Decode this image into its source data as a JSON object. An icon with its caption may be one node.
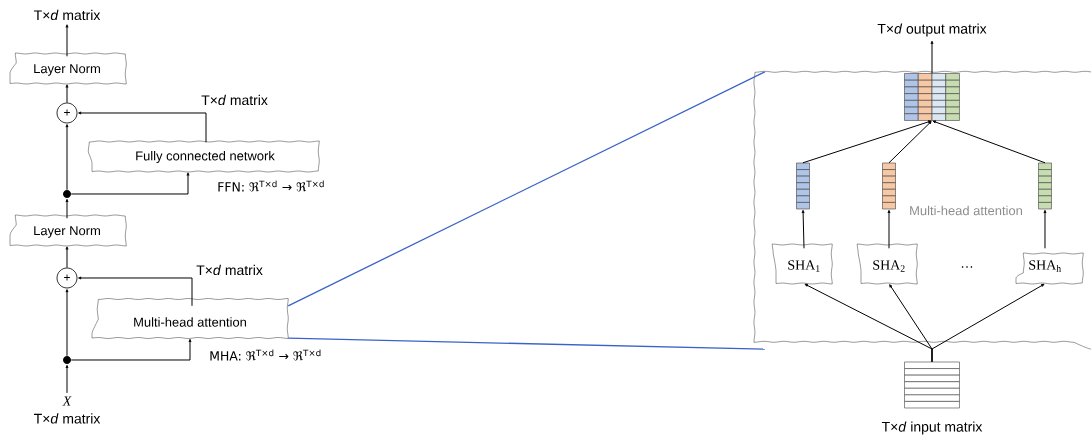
{
  "diagram": {
    "nodes": [
      {
        "text": [
          "T×*d* matrix"
        ]
      },
      {
        "text": [
          "Layer Norm"
        ]
      },
      {
        "text": [
          "+"
        ]
      },
      {
        "text": [
          "Fully connected network"
        ],
        "beside": [
          "FFN: ℜ$^{T×d}$ → ℜ$^{T×d}$"
        ]
      },
      {
        "text": [],
        "shape": "circle"
      },
      {
        "text": [
          "Layer Norm"
        ]
      },
      {
        "text": [
          "+"
        ]
      },
      {
        "text": [
          "Multi-head attention"
        ],
        "beside": [
          "MHA: ℜ$^{T×d}$ → ℜ$^{T×d}$"
        ]
      },
      {
        "text": [],
        "shape": "circle"
      },
      {
        "text": [
          "X",
          "T×*d* matrix"
        ]
      },
      {
        "text": [
          "Multi-head attention"
        ]
      },
      {
        "text": [],
        "shape": "box",
        "in": 10
      },
      {
        "text": [
          "T×*d* output matrix"
        ]
      },
      {
        "text": [],
        "shape": "bar",
        "in": 10
      },
      {
        "text": [],
        "shape": "bar",
        "in": 10
      },
      {
        "text": [],
        "shape": "bar",
        "in": 10
      },
      {
        "text": [
          "SHA$_{1}$"
        ],
        "in": 10
      },
      {
        "text": [
          "SHA$_{2}$"
        ],
        "in": 10
      },
      {
        "text": [
          "SHA$_{h}$"
        ],
        "in": 10
      },
      {
        "text": [],
        "shape": "box",
        "beside": [
          "T×*d* input matrix"
        ]
      }
    ],
    "edges": [
      {
        "from": 1,
        "to": 0,
        "arrow": "to"
      },
      {
        "from": 2,
        "to": 1,
        "arrow": "to"
      },
      {
        "from": 3,
        "to": 2,
        "arrow": "to"
      },
      {
        "from": 4,
        "to": 2,
        "arrow": "to"
      },
      {
        "from": 4,
        "to": 3,
        "arrow": "to"
      },
      {
        "from": 5,
        "to": 4,
        "arrow": "to"
      },
      {
        "from": 6,
        "to": 5,
        "arrow": "to"
      },
      {
        "from": 7,
        "to": 6,
        "arrow": "to"
      },
      {
        "from": 8,
        "to": 6,
        "arrow": "to"
      },
      {
        "from": 8,
        "to": 7,
        "arrow": "to"
      },
      {
        "from": 9,
        "to": 8,
        "arrow": "to"
      },
      {
        "from": 7,
        "to": 10,
        "arrow": "none",
        "color": "#3a62c9"
      },
      {
        "from": 7,
        "to": 10,
        "arrow": "none",
        "color": "#3a62c9"
      },
      {
        "from": 11,
        "to": 12,
        "arrow": "to"
      },
      {
        "from": 13,
        "to": 11,
        "arrow": "to"
      },
      {
        "from": 14,
        "to": 11,
        "arrow": "to"
      },
      {
        "from": 15,
        "to": 11,
        "arrow": "to"
      },
      {
        "from": 16,
        "to": 13,
        "arrow": "to"
      },
      {
        "from": 17,
        "to": 14,
        "arrow": "to"
      },
      {
        "from": 18,
        "to": 15,
        "arrow": "to"
      },
      {
        "from": 19,
        "to": 16,
        "arrow": "to"
      },
      {
        "from": 19,
        "to": 17,
        "arrow": "to"
      },
      {
        "from": 19,
        "to": 18,
        "arrow": "to"
      }
    ],
    "labels": [
      "T×*d* matrix",
      "T×*d* matrix",
      "…"
    ]
  }
}
